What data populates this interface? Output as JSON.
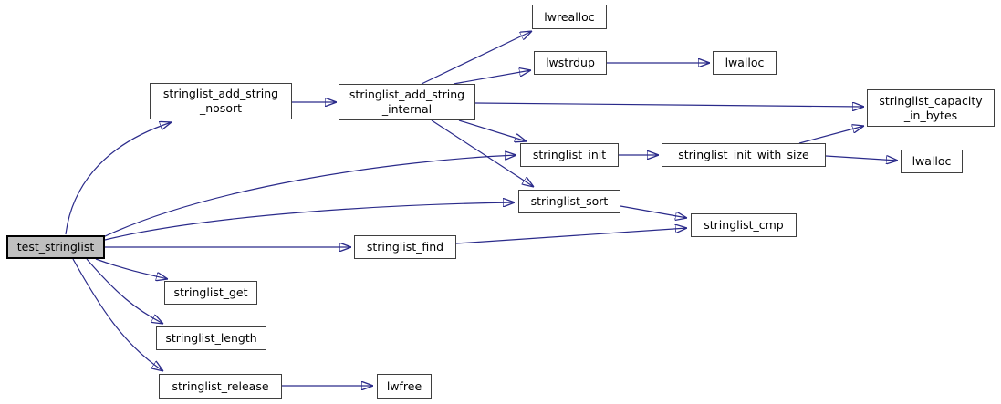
{
  "graph_type": "call-graph",
  "colors": {
    "edge": "#2a2a8a",
    "arrowhead": "#1a1a70",
    "node_border": "#3f3f3f",
    "node_fill": "#ffffff",
    "current_node_fill": "#bfbfbf",
    "text": "#000000",
    "background": "#ffffff"
  },
  "nodes": {
    "test_stringlist": {
      "label": "test_stringlist",
      "current": true
    },
    "stringlist_add_string_nosort": {
      "line1": "stringlist_add_string",
      "line2": "_nosort"
    },
    "stringlist_add_string_internal": {
      "line1": "stringlist_add_string",
      "line2": "_internal"
    },
    "lwrealloc": {
      "label": "lwrealloc"
    },
    "lwstrdup": {
      "label": "lwstrdup"
    },
    "lwalloc_top": {
      "label": "lwalloc"
    },
    "stringlist_capacity_in_bytes": {
      "line1": "stringlist_capacity",
      "line2": "_in_bytes"
    },
    "stringlist_init": {
      "label": "stringlist_init"
    },
    "stringlist_init_with_size": {
      "label": "stringlist_init_with_size"
    },
    "lwalloc_bottom": {
      "label": "lwalloc"
    },
    "stringlist_sort": {
      "label": "stringlist_sort"
    },
    "stringlist_cmp": {
      "label": "stringlist_cmp"
    },
    "stringlist_find": {
      "label": "stringlist_find"
    },
    "stringlist_get": {
      "label": "stringlist_get"
    },
    "stringlist_length": {
      "label": "stringlist_length"
    },
    "stringlist_release": {
      "label": "stringlist_release"
    },
    "lwfree": {
      "label": "lwfree"
    }
  },
  "edges": [
    {
      "from": "test_stringlist",
      "to": "stringlist_add_string_nosort"
    },
    {
      "from": "test_stringlist",
      "to": "stringlist_init"
    },
    {
      "from": "test_stringlist",
      "to": "stringlist_sort"
    },
    {
      "from": "test_stringlist",
      "to": "stringlist_find"
    },
    {
      "from": "test_stringlist",
      "to": "stringlist_get"
    },
    {
      "from": "test_stringlist",
      "to": "stringlist_length"
    },
    {
      "from": "test_stringlist",
      "to": "stringlist_release"
    },
    {
      "from": "stringlist_add_string_nosort",
      "to": "stringlist_add_string_internal"
    },
    {
      "from": "stringlist_add_string_internal",
      "to": "lwrealloc"
    },
    {
      "from": "stringlist_add_string_internal",
      "to": "lwstrdup"
    },
    {
      "from": "stringlist_add_string_internal",
      "to": "stringlist_capacity_in_bytes"
    },
    {
      "from": "stringlist_add_string_internal",
      "to": "stringlist_init"
    },
    {
      "from": "stringlist_add_string_internal",
      "to": "stringlist_sort"
    },
    {
      "from": "lwstrdup",
      "to": "lwalloc_top"
    },
    {
      "from": "stringlist_init",
      "to": "stringlist_init_with_size"
    },
    {
      "from": "stringlist_init_with_size",
      "to": "stringlist_capacity_in_bytes"
    },
    {
      "from": "stringlist_init_with_size",
      "to": "lwalloc_bottom"
    },
    {
      "from": "stringlist_sort",
      "to": "stringlist_cmp"
    },
    {
      "from": "stringlist_find",
      "to": "stringlist_cmp"
    },
    {
      "from": "stringlist_release",
      "to": "lwfree"
    }
  ]
}
